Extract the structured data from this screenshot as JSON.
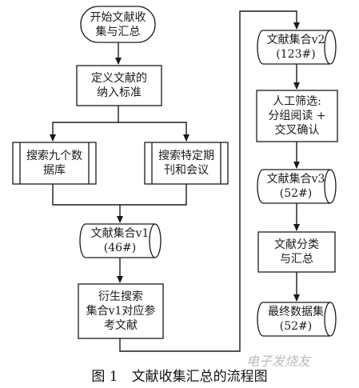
{
  "nodes": {
    "start": "开始文献收\n集与汇总",
    "define": "定义文献的\n纳入标准",
    "search_db": "搜索九个数\n据库",
    "search_journals": "搜索特定期\n刊和会议",
    "set_v1": "文献集合v1\n(46#)",
    "derive": "衍生搜索\n集合v1对应参\n考文献",
    "set_v2": "文献集合v2\n(123#)",
    "manual": "人工筛选:\n分组阅读 +\n交叉确认",
    "set_v3": "文献集合v3\n(52#)",
    "classify": "文献分类\n与汇总",
    "final": "最终数据集\n(52#)"
  },
  "caption": "图 1　文献收集汇总的流程图",
  "watermark": "电子发烧友"
}
